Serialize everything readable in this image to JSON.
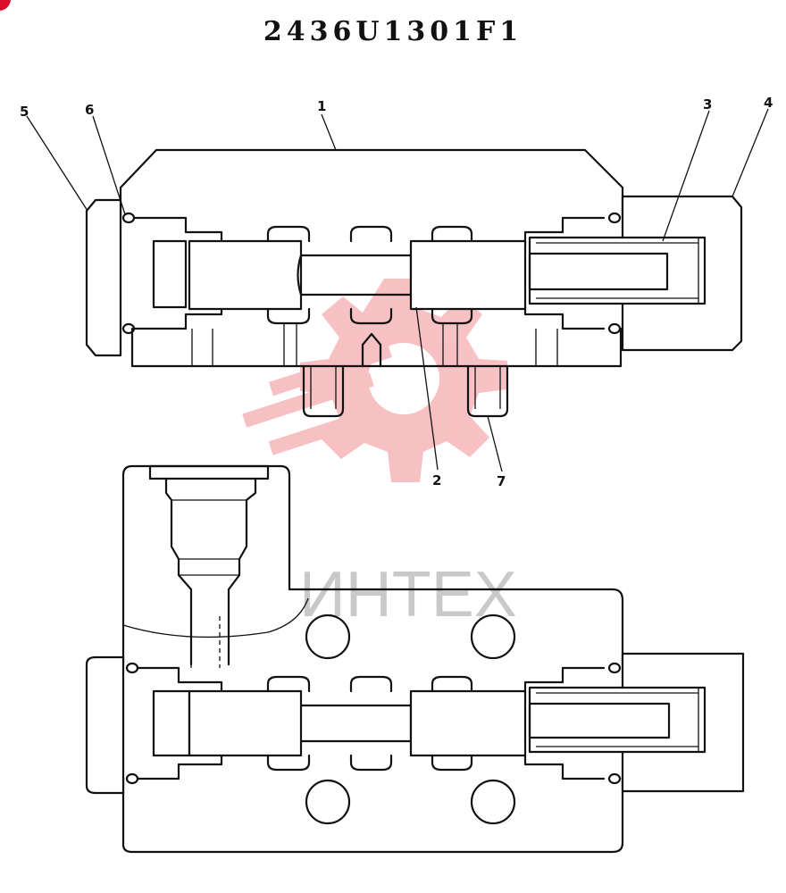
{
  "title": "2436U1301F1",
  "callouts": [
    {
      "id": "1",
      "label": "1"
    },
    {
      "id": "2",
      "label": "2"
    },
    {
      "id": "3",
      "label": "3"
    },
    {
      "id": "4",
      "label": "4"
    },
    {
      "id": "5",
      "label": "5"
    },
    {
      "id": "6",
      "label": "6"
    },
    {
      "id": "7",
      "label": "7"
    }
  ],
  "watermark": {
    "text": "ИНТЕХ",
    "color": "#e8323a"
  },
  "colors": {
    "line": "#111111",
    "background": "#ffffff",
    "corner_mark": "#d8102a"
  }
}
